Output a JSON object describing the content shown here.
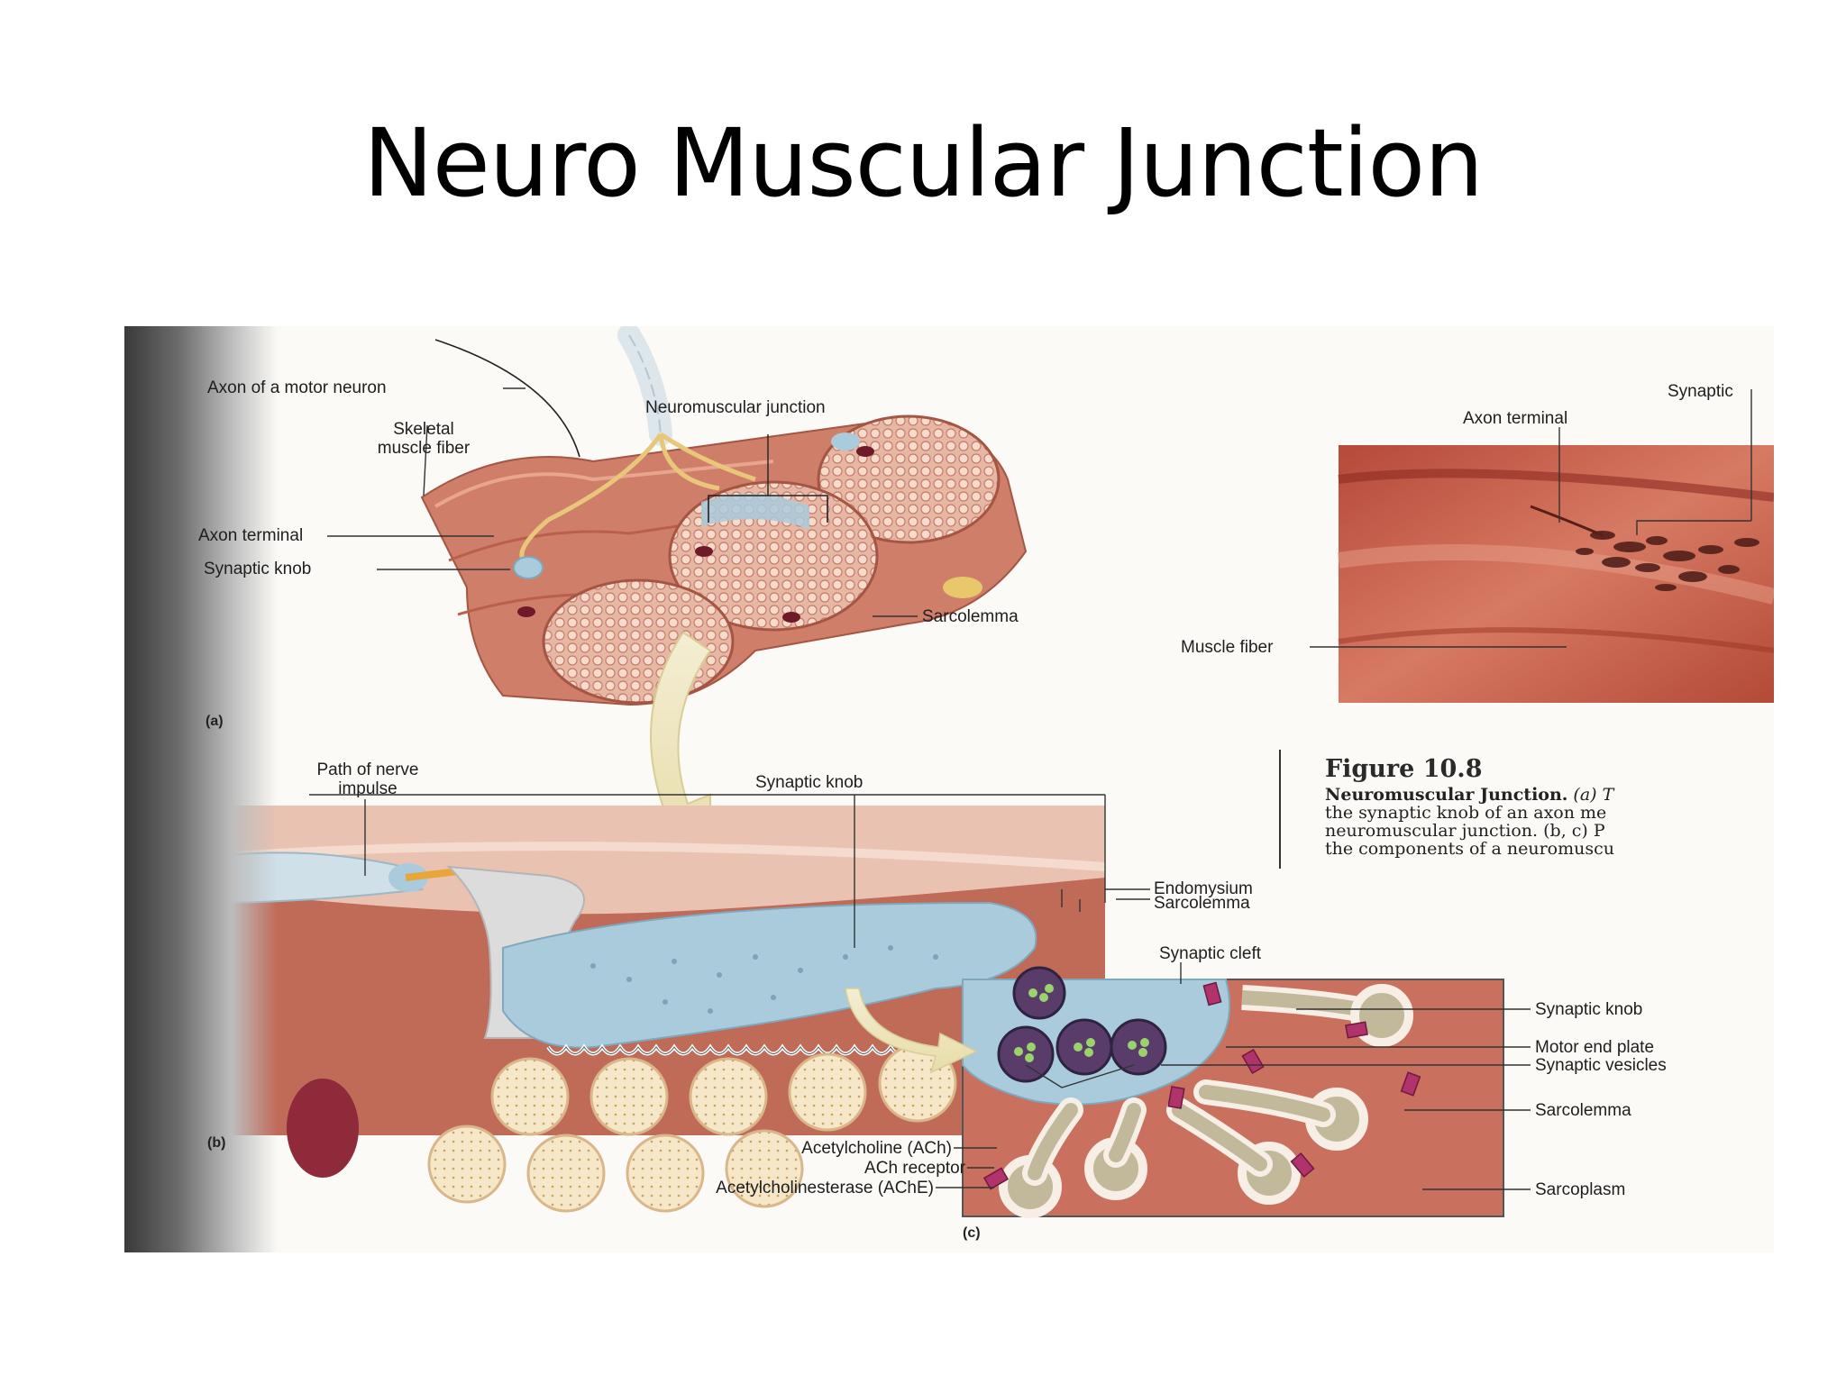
{
  "slide": {
    "title": "Neuro Muscular Junction"
  },
  "panel_a": {
    "axon_of_motor_neuron": "Axon of a motor neuron",
    "skeletal_muscle_fiber_line1": "Skeletal",
    "skeletal_muscle_fiber_line2": "muscle fiber",
    "neuromuscular_junction": "Neuromuscular junction",
    "axon_terminal": "Axon terminal",
    "synaptic_knob": "Synaptic knob",
    "sarcolemma": "Sarcolemma",
    "letter": "(a)"
  },
  "micrograph": {
    "axon_terminal": "Axon terminal",
    "synaptic": "Synaptic",
    "muscle_fiber": "Muscle fiber"
  },
  "figure": {
    "title": "Figure 10.8",
    "caption_bold": "Neuromuscular Junction.",
    "caption_line1_rest": " (a) T",
    "caption_line2": "the synaptic knob of an axon me",
    "caption_line3": "neuromuscular junction. (b, c) P",
    "caption_line4": "the components of a neuromuscu"
  },
  "panel_b": {
    "path_of_nerve_line1": "Path of nerve",
    "path_of_nerve_line2": "impulse",
    "synaptic_knob": "Synaptic knob",
    "endomysium": "Endomysium",
    "sarcolemma": "Sarcolemma",
    "letter": "(b)"
  },
  "panel_c": {
    "synaptic_cleft": "Synaptic cleft",
    "synaptic_knob": "Synaptic knob",
    "motor_end_plate": "Motor end plate",
    "synaptic_vesicles": "Synaptic vesicles",
    "sarcolemma": "Sarcolemma",
    "sarcoplasm": "Sarcoplasm",
    "acetylcholine": "Acetylcholine (ACh)",
    "ach_receptor": "ACh receptor",
    "acetylcholinesterase": "Acetylcholinesterase (AChE)",
    "letter": "(c)"
  },
  "colors": {
    "muscle": "#c9705e",
    "muscle_dark": "#9e4a3c",
    "fiber_pink": "#e8b4a3",
    "nerve_blue": "#a9cbdc",
    "vesicle_purple": "#5a3c6b",
    "acetylcholine_green": "#6fbf4a",
    "receptor_magenta": "#b0336b",
    "yellow_nerve": "#e8c77a"
  }
}
